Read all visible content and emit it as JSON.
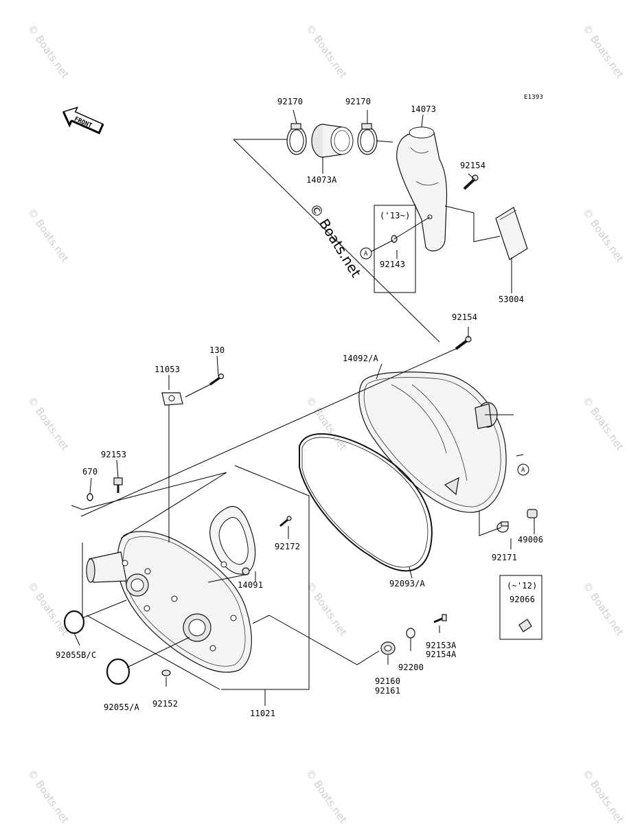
{
  "diagram": {
    "code": "E1393",
    "front_label": "FRONT",
    "center_watermark": "© Boats.net",
    "tile_watermark": "© Boats.net",
    "callout_letter": "A",
    "box_2013_label": "('13~)",
    "box_2012_label": "(~'12)"
  },
  "labels": {
    "p92170a": "92170",
    "p92170b": "92170",
    "p14073": "14073",
    "p14073A": "14073A",
    "p92154a": "92154",
    "p92143": "92143",
    "p53004": "53004",
    "p92154b": "92154",
    "p14092": "14092/A",
    "p130": "130",
    "p11053": "11053",
    "p92153": "92153",
    "p670": "670",
    "p92172": "92172",
    "p14091": "14091",
    "p92093": "92093/A",
    "p49006": "49006",
    "p92171": "92171",
    "p92066": "92066",
    "p92153A": "92153A",
    "p92154A": "92154A",
    "p92200": "92200",
    "p92160": "92160",
    "p92161": "92161",
    "p92055BC": "92055B/C",
    "p92055A": "92055/A",
    "p92152": "92152",
    "p11021": "11021"
  }
}
